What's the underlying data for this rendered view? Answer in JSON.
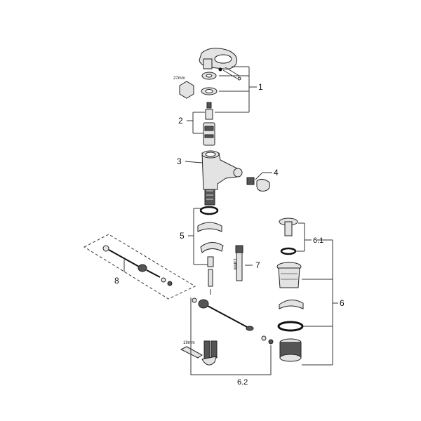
{
  "callouts": {
    "c1": "1",
    "c2": "2",
    "c3": "3",
    "c4": "4",
    "c5": "5",
    "c6": "6",
    "c6_1": "6.1",
    "c6_2": "6.2",
    "c7": "7",
    "c8": "8"
  },
  "dimensions": {
    "wrench_27": "27mm",
    "pin_13": "13mm",
    "spanner_19": "19mm"
  }
}
